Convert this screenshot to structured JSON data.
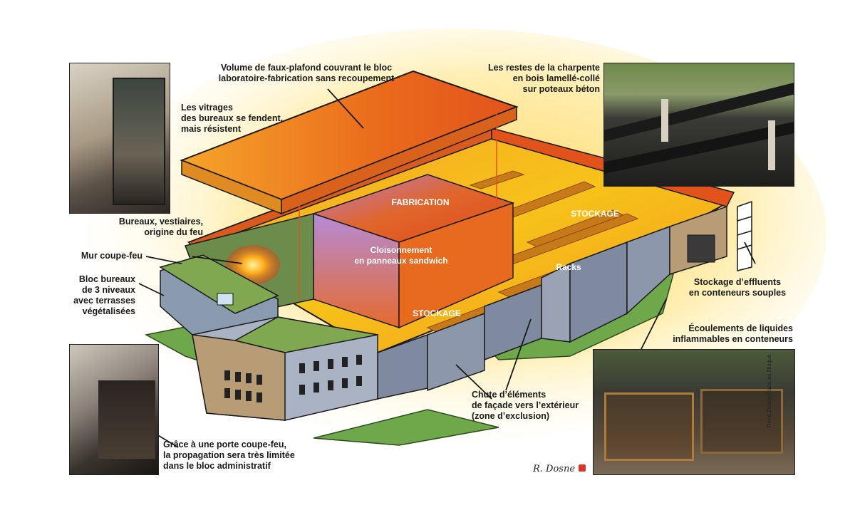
{
  "labels": {
    "faux_plafond": [
      "Volume de faux-plafond couvrant le bloc",
      "laboratoire-fabrication sans recoupement"
    ],
    "vitrages": [
      "Les vitrages",
      "des bureaux se fendent,",
      "mais résistent"
    ],
    "charpente": [
      "Les restes de la charpente",
      "en bois lamellé-collé",
      "sur poteaux béton"
    ],
    "bureaux_vestiaires": [
      "Bureaux, vestiaires,",
      "origine du feu"
    ],
    "mur_coupe_feu": [
      "Mur coupe-feu"
    ],
    "bloc_bureaux": [
      "Bloc bureaux",
      "de 3 niveaux",
      "avec terrasses",
      "végétalisées"
    ],
    "effluents": [
      "Stockage d’effluents",
      "en conteneurs souples"
    ],
    "ecoulements": [
      "Écoulements de liquides",
      "inflammables en conteneurs"
    ],
    "chute": [
      "Chute d’éléments",
      "de façade vers l’extérieur",
      "(zone d’exclusion)"
    ],
    "porte_coupe_feu": [
      "Grâce à une porte coupe-feu,",
      "la propagation sera très limitée",
      "dans le bloc administratif"
    ]
  },
  "zones": {
    "fabrication": "FABRICATION",
    "cloisonnement": [
      "Cloisonnement",
      "en panneaux sandwich"
    ],
    "stockage_top": "STOCKAGE",
    "stockage_bottom": "STOCKAGE",
    "racks": "Racks"
  },
  "signature": "R. Dosne",
  "credit": "René Dosne/Face au Risque",
  "colors": {
    "roof_orange": "#f08a1e",
    "roof_red": "#e2531c",
    "floor_yellow": "#f7c21a",
    "wall_blue": "#7f8aa0",
    "partition_violet": "#a07ac4",
    "grass_green": "#6fa84a",
    "concrete_tan": "#b89c76"
  }
}
